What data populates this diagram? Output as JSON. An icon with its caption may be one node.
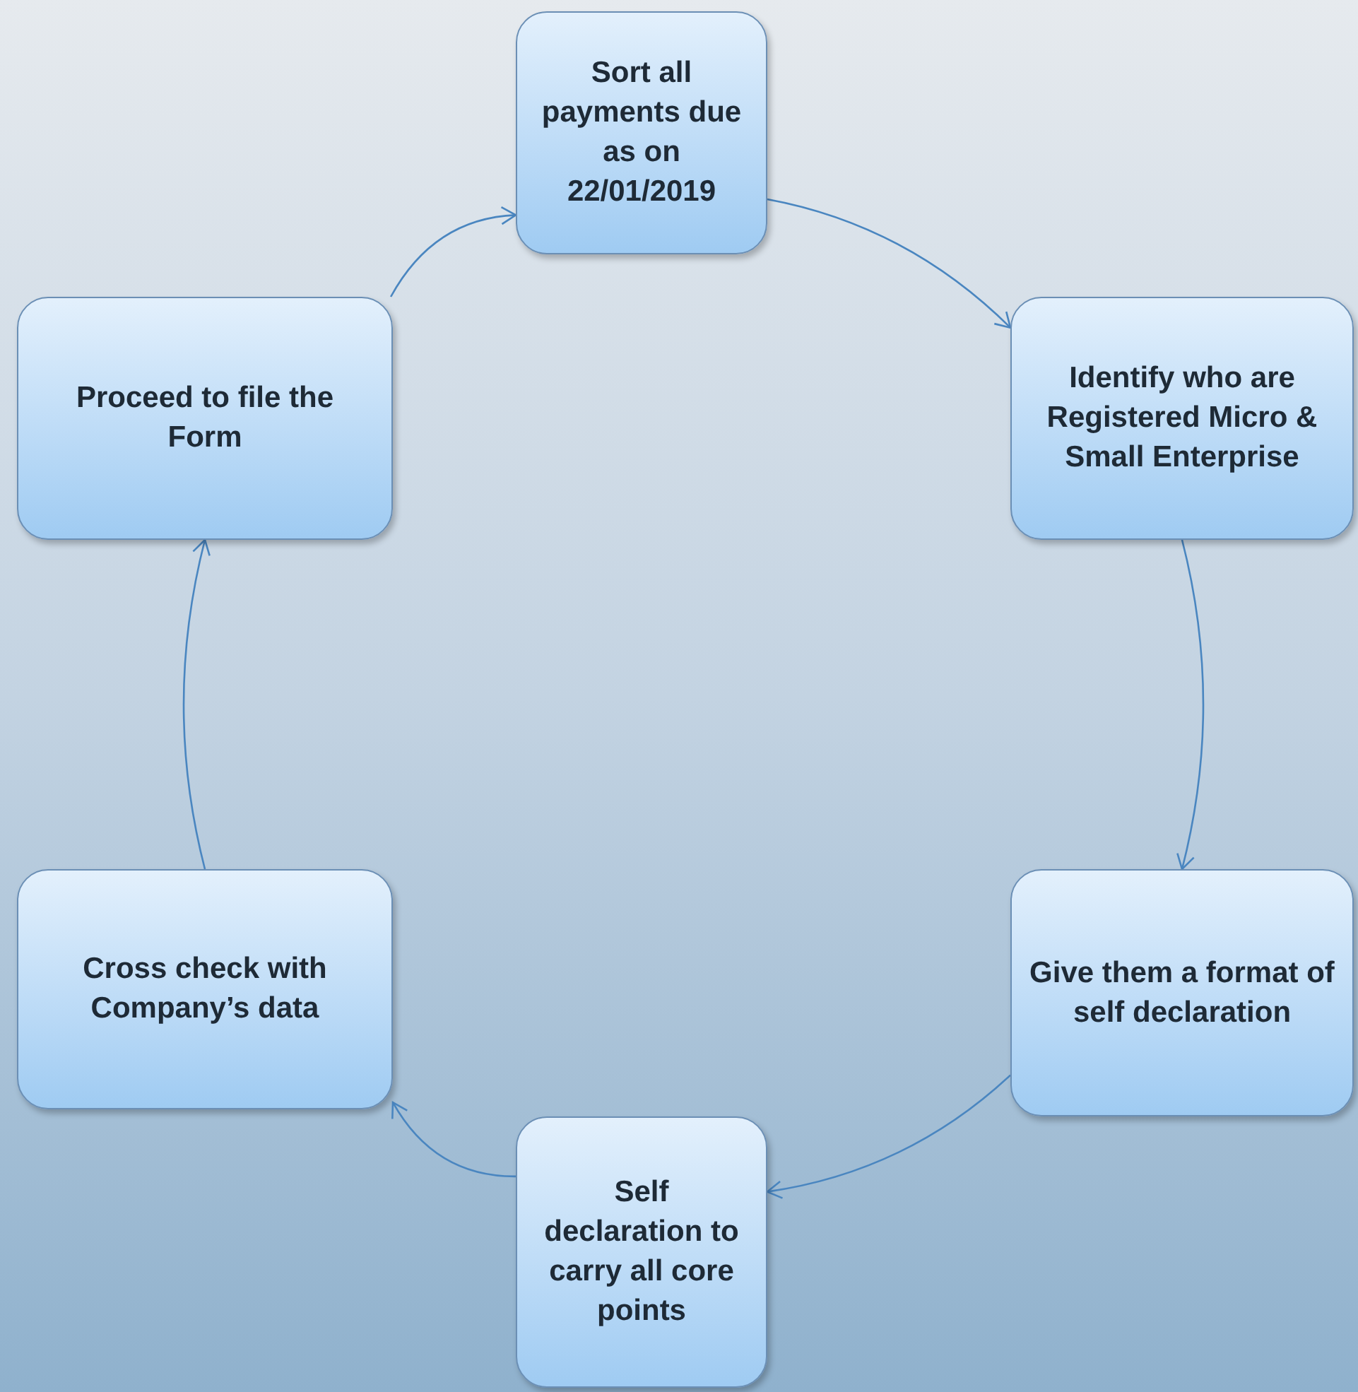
{
  "diagram": {
    "nodes": [
      {
        "text": [
          "Sort all payments due as on 22/01/2019"
        ]
      },
      {
        "text": [
          "Identify who are Registered Micro & Small Enterprise"
        ]
      },
      {
        "text": [
          "Give them a format of self declaration"
        ]
      },
      {
        "text": [
          "Self declaration to carry all core points"
        ]
      },
      {
        "text": [
          "Cross check with Company’s data"
        ]
      },
      {
        "text": [
          "Proceed to file the Form"
        ]
      }
    ],
    "edges": [
      {
        "from": 5,
        "to": 0,
        "arrow": "to"
      },
      {
        "from": 0,
        "to": 1,
        "arrow": "to"
      },
      {
        "from": 1,
        "to": 2,
        "arrow": "to"
      },
      {
        "from": 2,
        "to": 3,
        "arrow": "to"
      },
      {
        "from": 3,
        "to": 4,
        "arrow": "to"
      },
      {
        "from": 4,
        "to": 5,
        "arrow": "to"
      }
    ]
  }
}
